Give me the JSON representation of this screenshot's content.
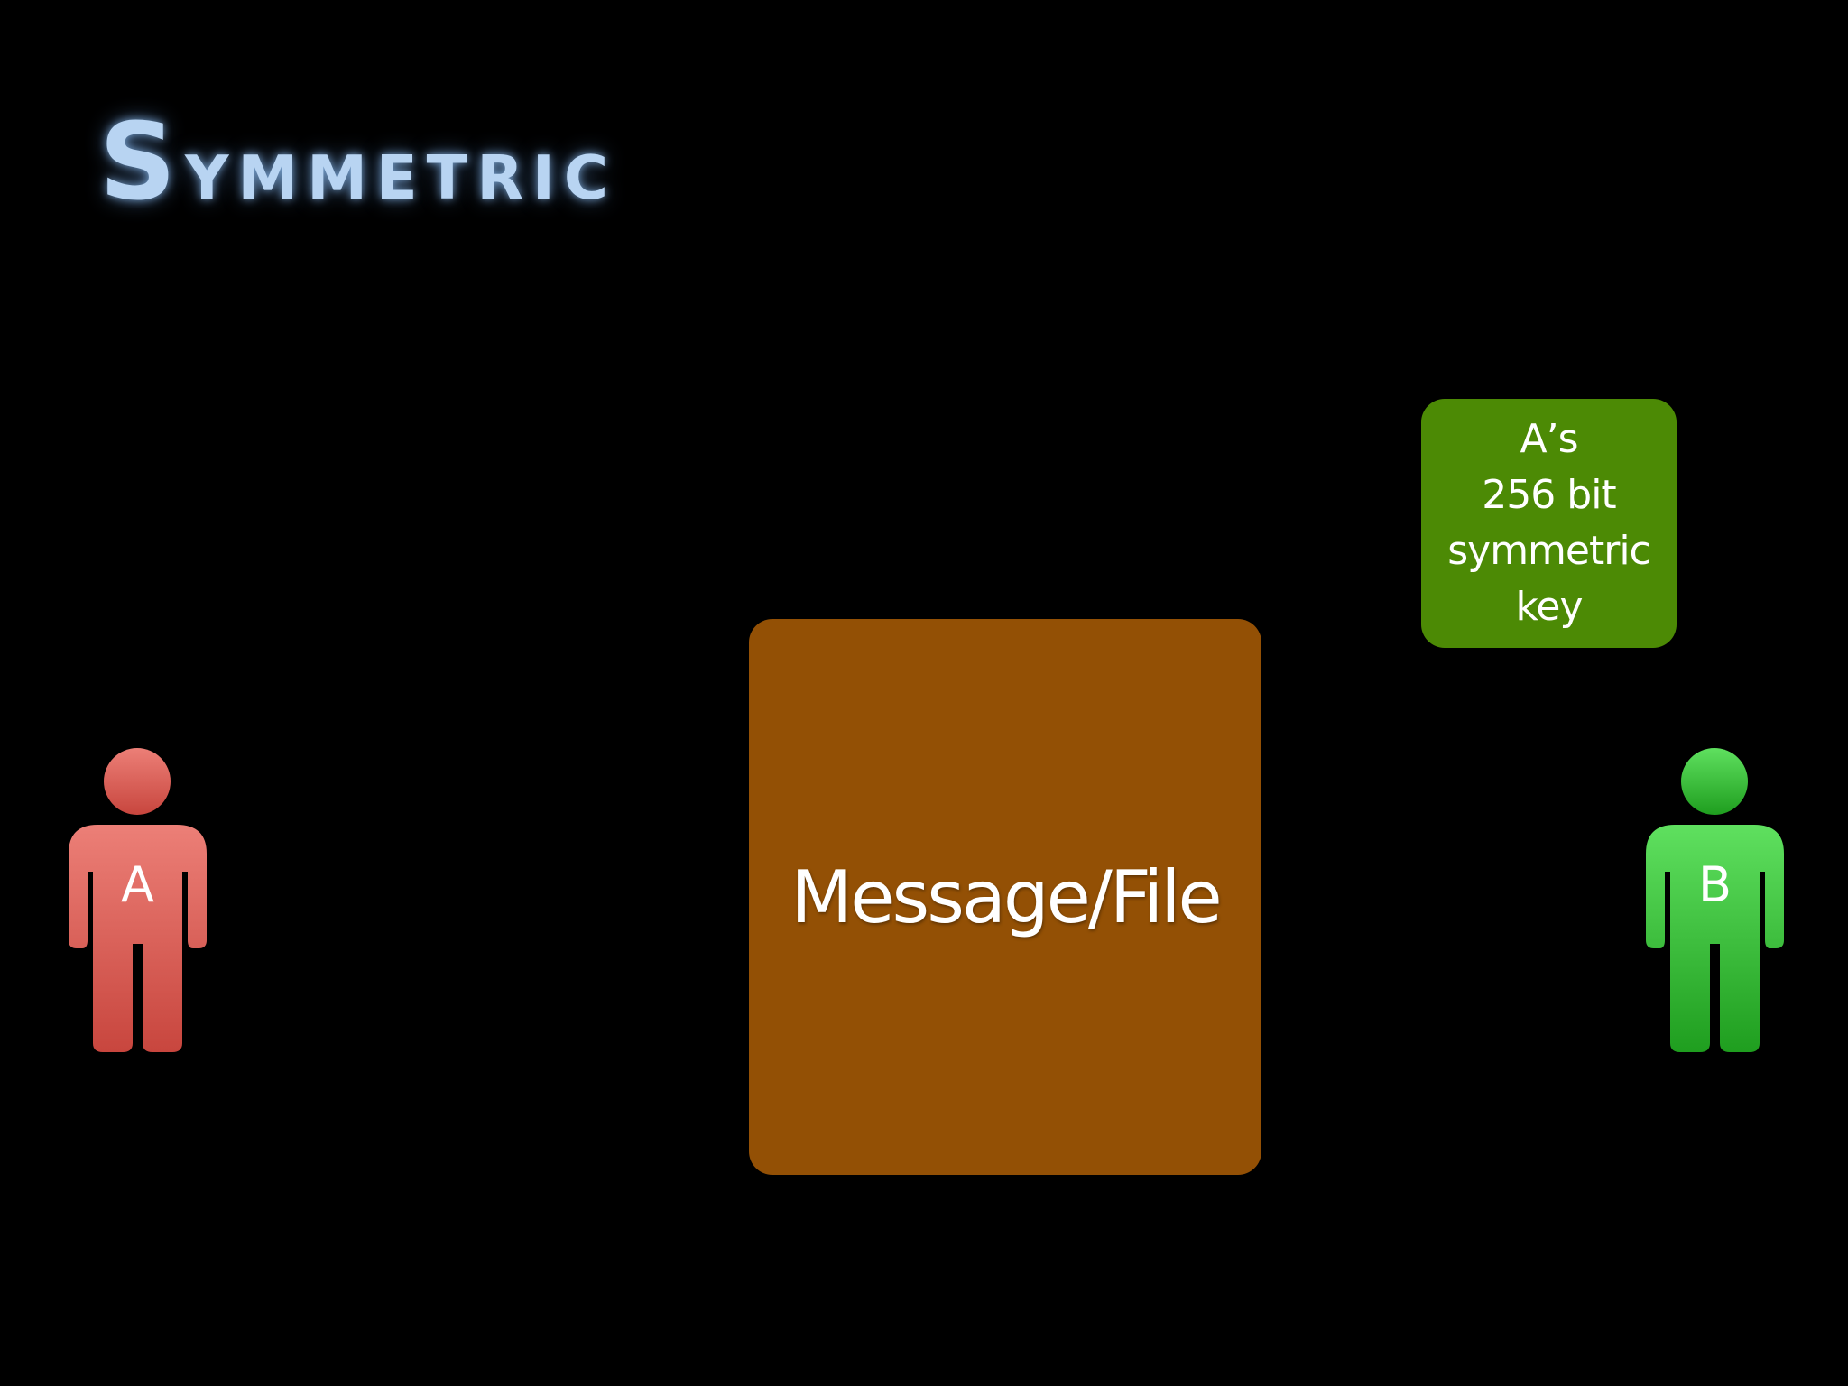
{
  "slide": {
    "title": "Symmetric",
    "title_color": "#b8d4f2"
  },
  "key": {
    "lines": [
      "A’s",
      "256 bit",
      "symmetric",
      "key"
    ],
    "color": "#4c8a05"
  },
  "message": {
    "label": "Message/File",
    "color": "#935005"
  },
  "people": {
    "a": {
      "label": "A",
      "color": "#d9534a",
      "icon": "person-icon"
    },
    "b": {
      "label": "B",
      "color": "#33c433",
      "icon": "person-icon"
    }
  }
}
